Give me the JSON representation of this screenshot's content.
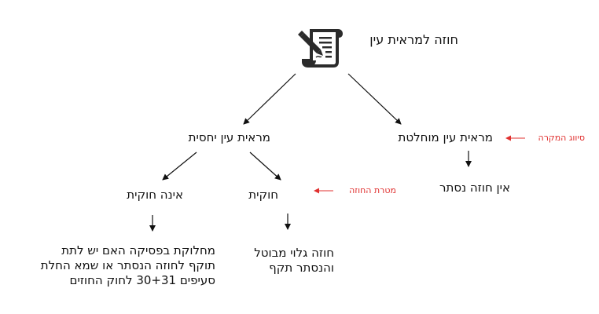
{
  "diagram": {
    "root": {
      "label": "חוזה למראית עין",
      "icon": "contract-scroll-pen-icon"
    },
    "absolute": {
      "label": "מראית עין מוחלטת",
      "child": "אין חוזה נסתר"
    },
    "relative": {
      "label": "מראית עין יחסית",
      "legal": {
        "label": "חוקית",
        "child_line1": "חוזה גלוי מבוטל",
        "child_line2": "והנסתר תקף"
      },
      "illegal": {
        "label": "אינה חוקית",
        "child_line1": "מחלוקת בפסיקה האם יש לתת",
        "child_line2": "תוקף לחוזה הנסתר או שמא החלת",
        "child_line3": "סעיפים 30+31 לחוק החוזים"
      }
    },
    "annotations": {
      "case_classification": "סיווג המקרה",
      "contract_purpose": "מטרת החוזה"
    },
    "colors": {
      "text": "#111111",
      "annotation": "#e0302f",
      "arrow": "#111111"
    }
  }
}
